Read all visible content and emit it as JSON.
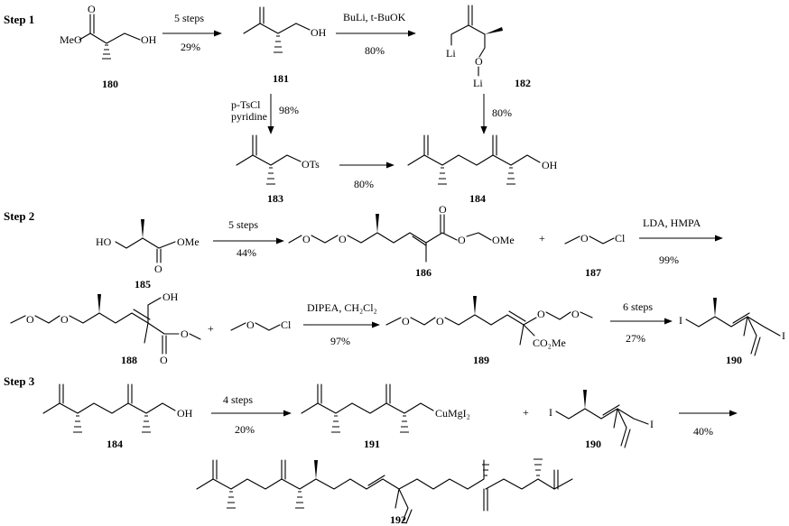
{
  "steps": {
    "s1": "Step 1",
    "s2": "Step 2",
    "s3": "Step 3"
  },
  "compounds": {
    "c180": "180",
    "c181": "181",
    "c182": "182",
    "c183": "183",
    "c184a": "184",
    "c185": "185",
    "c186": "186",
    "c187": "187",
    "c188": "188",
    "c189": "189",
    "c190a": "190",
    "c184b": "184",
    "c191": "191",
    "c190b": "190",
    "c192": "192"
  },
  "atoms": {
    "meo180": "MeO",
    "o180": "O",
    "oh180": "OH",
    "oh181": "OH",
    "li182a": "Li",
    "o182": "O",
    "li182b": "Li",
    "ots183": "OTs",
    "oh184": "OH",
    "ho185": "HO",
    "o185": "O",
    "ome185": "OMe",
    "o186a": "O",
    "o186b": "O",
    "o186c": "O",
    "o186d": "O",
    "ome186": "OMe",
    "o187": "O",
    "cl187": "Cl",
    "o188a": "O",
    "o188b": "O",
    "oh188": "OH",
    "o188c": "O",
    "o188d": "O",
    "o187b": "O",
    "cl187b": "Cl",
    "o189a": "O",
    "o189b": "O",
    "o189c": "O",
    "o189d": "O",
    "co2me189": "CO₂Me",
    "i190a": "I",
    "i190b": "I",
    "oh184b": "OH",
    "cumgi191": "CuMgI₂",
    "i190c": "I",
    "i190d": "I"
  },
  "conditions": {
    "r1_top": "5 steps",
    "r1_bot": "29%",
    "r2_top": "BuLi, t-BuOK",
    "r2_bot": "80%",
    "r3_left1": "p-TsCl",
    "r3_left2": "pyridine",
    "r3_right": "98%",
    "r4_right": "80%",
    "r5_bot": "80%",
    "r6_top": "5 steps",
    "r6_bot": "44%",
    "r6_plus": "+",
    "r7_top": "LDA, HMPA",
    "r7_bot": "99%",
    "r8_plus": "+",
    "r8_top": "DIPEA, CH₂Cl₂",
    "r8_bot": "97%",
    "r9_top": "6 steps",
    "r9_bot": "27%",
    "r10_top": "4 steps",
    "r10_bot": "20%",
    "r10_plus": "+",
    "r11_bot": "40%"
  }
}
